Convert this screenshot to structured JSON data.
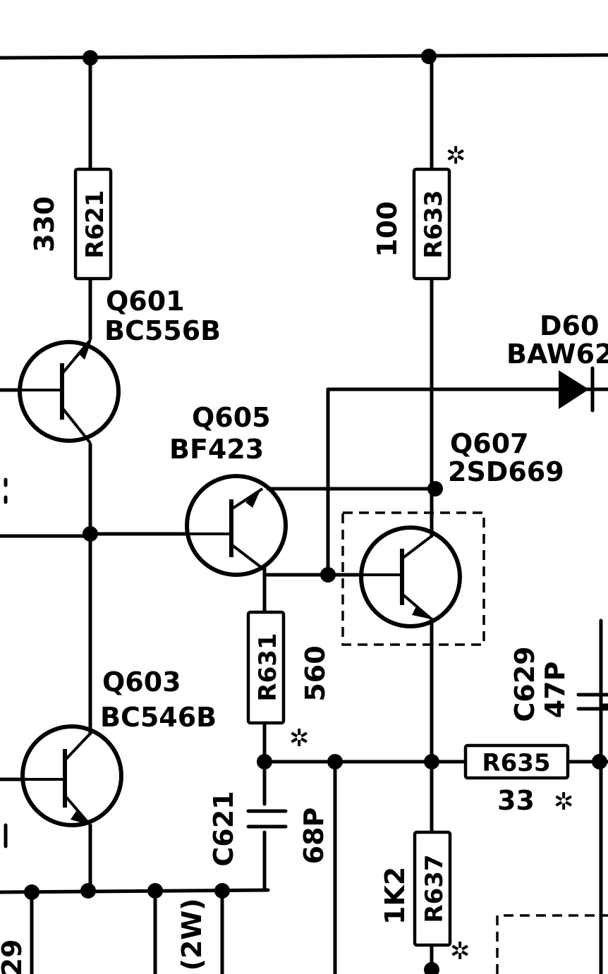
{
  "labels": {
    "r621_ref": "R621",
    "r621_val": "330",
    "r633_ref": "R633",
    "r633_val": "100",
    "r631_ref": "R631",
    "r631_val": "560",
    "r635_ref": "R635",
    "r635_val": "33",
    "r637_ref": "R637",
    "r637_val": "1K2",
    "q601_ref": "Q601",
    "q601_part": "BC556B",
    "q605_ref": "Q605",
    "q605_part": "BF423",
    "q607_ref": "Q607",
    "q607_part": "2SD669",
    "q603_ref": "Q603",
    "q603_part": "BC546B",
    "d60_ref": "D60",
    "d60_part": "BAW62",
    "c629_ref": "C629",
    "c629_val": "47P",
    "c621_ref": "C621",
    "c621_val": "68P",
    "partial_2w": "(2W)",
    "partial_left": "29",
    "star": "✲"
  }
}
